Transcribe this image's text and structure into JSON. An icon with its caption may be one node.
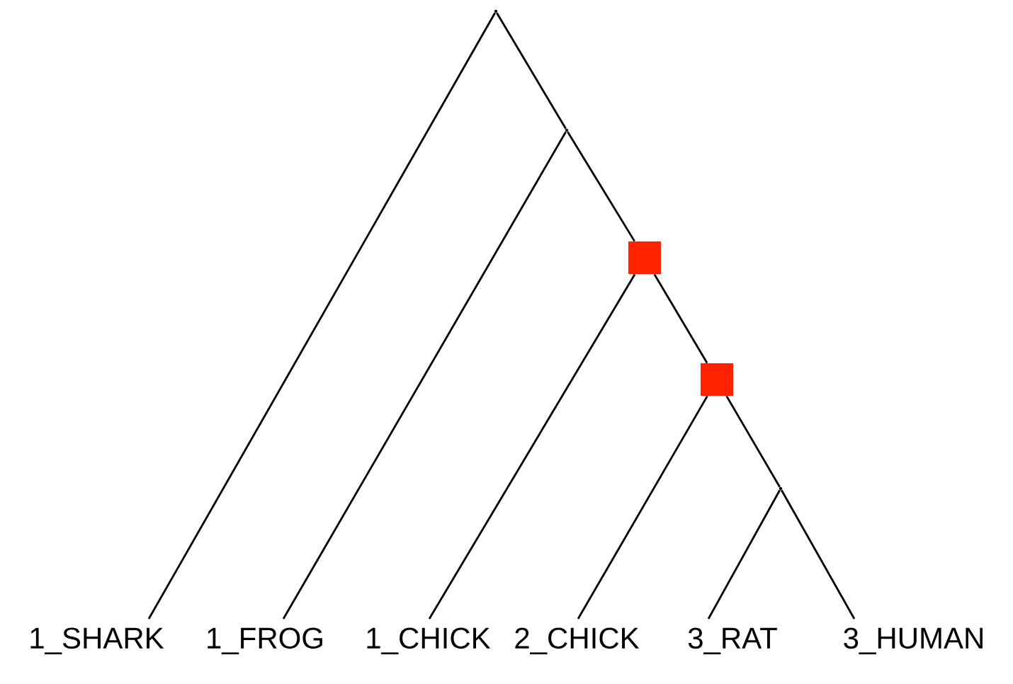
{
  "diagram": {
    "nodes": [
      {
        "text": [],
        "shape": "point"
      },
      {
        "text": [],
        "shape": "point"
      },
      {
        "text": [],
        "shape": "box"
      },
      {
        "text": [],
        "shape": "box"
      },
      {
        "text": [],
        "shape": "point"
      },
      {
        "text": [
          "1_SHARK"
        ]
      },
      {
        "text": [
          "1_FROG"
        ]
      },
      {
        "text": [
          "1_CHICK"
        ]
      },
      {
        "text": [
          "2_CHICK"
        ]
      },
      {
        "text": [
          "3_RAT"
        ]
      },
      {
        "text": [
          "3_HUMAN"
        ]
      }
    ],
    "edges": [
      {
        "from": 0,
        "to": 5,
        "arrow": "none"
      },
      {
        "from": 0,
        "to": 1,
        "arrow": "none"
      },
      {
        "from": 1,
        "to": 6,
        "arrow": "none"
      },
      {
        "from": 1,
        "to": 2,
        "arrow": "none"
      },
      {
        "from": 2,
        "to": 7,
        "arrow": "none"
      },
      {
        "from": 2,
        "to": 3,
        "arrow": "none"
      },
      {
        "from": 3,
        "to": 8,
        "arrow": "none"
      },
      {
        "from": 3,
        "to": 4,
        "arrow": "none"
      },
      {
        "from": 4,
        "to": 9,
        "arrow": "none"
      },
      {
        "from": 4,
        "to": 10,
        "arrow": "none"
      }
    ]
  }
}
